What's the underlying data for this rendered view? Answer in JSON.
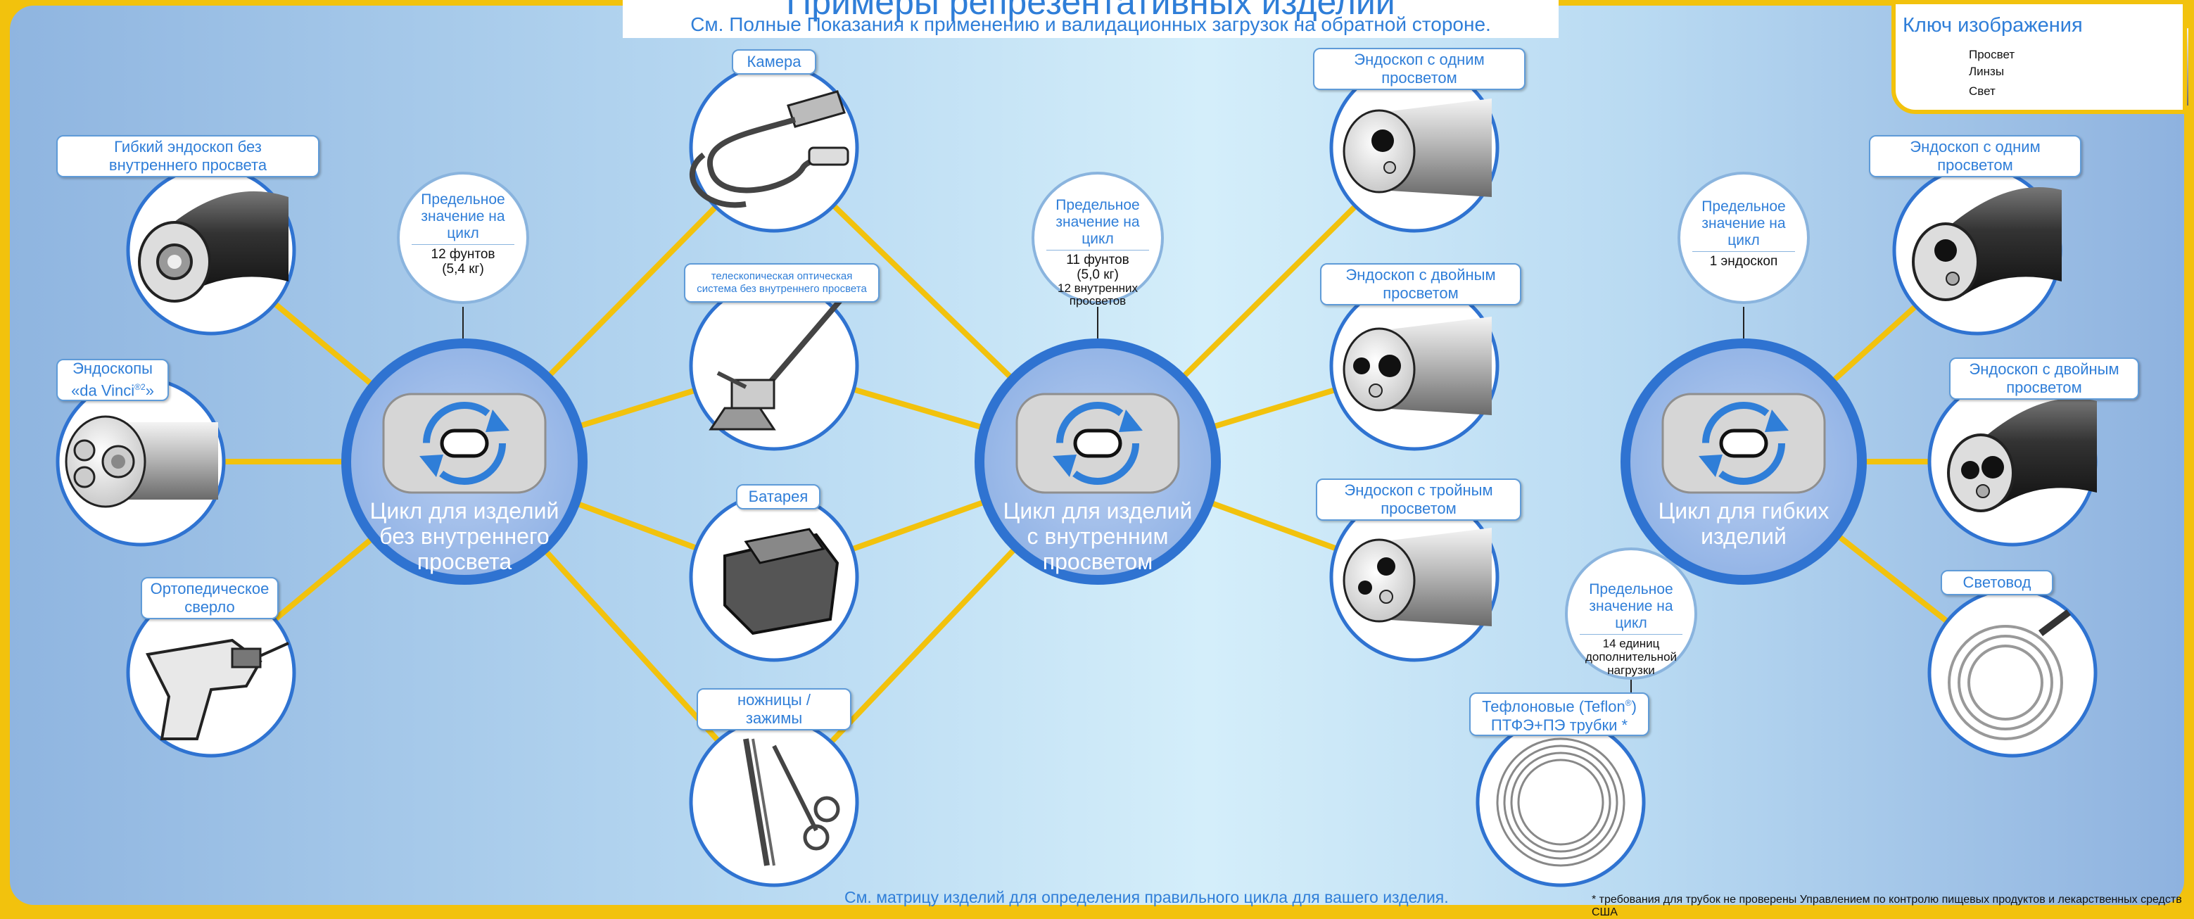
{
  "title": "Примеры репрезентативных изделий",
  "subtitle": "См. Полные Показания к применению и валидационных загрузок на обратной стороне.",
  "image_key": {
    "title": "Ключ изображения",
    "lumen": "Просвет",
    "lenses": "Линзы",
    "light": "Свет"
  },
  "hubs": {
    "non_lumen": {
      "line1": "Цикл для изделий",
      "line2": "без внутреннего",
      "line3": "просвета"
    },
    "lumen": {
      "line1": "Цикл для изделий",
      "line2": "с внутренним",
      "line3": "просветом"
    },
    "flexible": {
      "line1": "Цикл для гибких",
      "line2": "изделий"
    }
  },
  "limits": {
    "non_lumen": {
      "t1": "Предельное",
      "t2": "значение на цикл",
      "v1": "12 фунтов",
      "v2": "(5,4 кг)"
    },
    "lumen": {
      "t1": "Предельное",
      "t2": "значение на цикл",
      "v1": "11 фунтов",
      "v2": "(5,0 кг)",
      "v3": "12 внутренних",
      "v4": "просветов"
    },
    "flexible": {
      "t1": "Предельное",
      "t2": "значение на цикл",
      "v1": "1 эндоскоп"
    },
    "additional": {
      "t1": "Предельное",
      "t2": "значение на цикл",
      "v1": "14 единиц",
      "v2": "дополнительной",
      "v3": "нагрузки"
    }
  },
  "devices": {
    "flex_no_lumen": {
      "l1": "Гибкий эндоскоп без",
      "l2": "внутреннего просвета"
    },
    "davinci": {
      "l1": "Эндоскопы",
      "l2": "«da Vinci",
      "sup": "®2",
      "l3": "»"
    },
    "ortho_drill": {
      "l1": "Ортопедическое",
      "l2": "сверло"
    },
    "camera": {
      "l1": "Камера"
    },
    "telescope": {
      "l1": "телескопическая оптическая",
      "l2": "система без внутреннего просвета"
    },
    "battery": {
      "l1": "Батарея"
    },
    "scissors": {
      "l1": "ножницы /",
      "l2": "зажимы"
    },
    "rigid_single": {
      "l1": "Эндоскоп с одним",
      "l2": "просветом"
    },
    "rigid_double": {
      "l1": "Эндоскоп с двойным",
      "l2": "просветом"
    },
    "rigid_triple": {
      "l1": "Эндоскоп с тройным",
      "l2": "просветом"
    },
    "teflon": {
      "l1": "Тефлоновые (Teflon",
      "sup": "®",
      "l1b": ")",
      "l2": "ПТФЭ+ПЭ трубки *"
    },
    "flex_single": {
      "l1": "Эндоскоп с одним",
      "l2": "просветом"
    },
    "flex_double": {
      "l1": "Эндоскоп с двойным",
      "l2": "просветом"
    },
    "light_guide": {
      "l1": "Световод"
    }
  },
  "bottom_note": "См. матрицу изделий для определения правильного цикла для вашего изделия.",
  "footnote": "* требования для трубок не проверены Управлением по контролю пищевых продуктов и лекарственных средств США",
  "colors": {
    "accent_blue": "#2f7ed8",
    "hub_blue": "#3b82d6",
    "connector_yellow": "#f2c20d"
  },
  "icons": [
    "cycle-arrows-icon",
    "endoscope-icon",
    "camera-icon",
    "telescope-icon",
    "battery-icon",
    "scissors-icon",
    "drill-icon",
    "tubing-icon",
    "light-guide-icon"
  ]
}
